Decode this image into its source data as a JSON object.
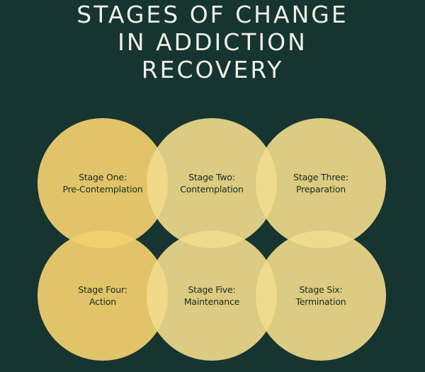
{
  "title": {
    "lines": [
      "STAGES OF CHANGE",
      "IN ADDICTION",
      "RECOVERY"
    ]
  },
  "colors": {
    "background": "#163430",
    "circle_fill": "#F0D27A",
    "title_text": "#EEF0E6",
    "label_text": "#1E2A1C"
  },
  "stages": [
    {
      "line1": "Stage One:",
      "line2": "Pre-Contemplation"
    },
    {
      "line1": "Stage Two:",
      "line2": "Contemplation"
    },
    {
      "line1": "Stage Three:",
      "line2": "Preparation"
    },
    {
      "line1": "Stage Four:",
      "line2": "Action"
    },
    {
      "line1": "Stage Five:",
      "line2": "Maintenance"
    },
    {
      "line1": "Stage Six:",
      "line2": "Termination"
    }
  ]
}
